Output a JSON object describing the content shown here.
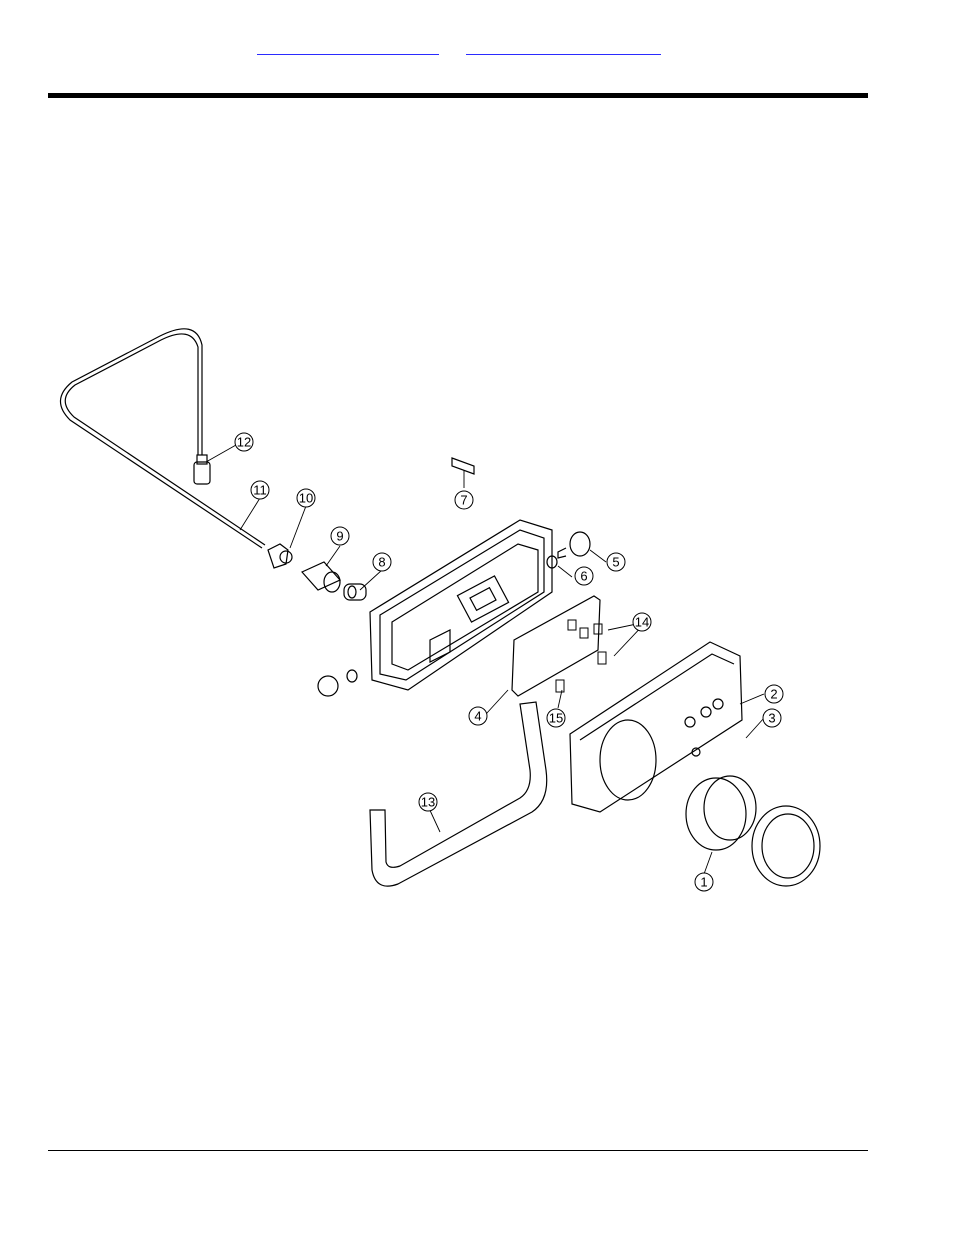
{
  "header": {
    "link_a": "",
    "link_b": ""
  },
  "callouts": [
    "1",
    "2",
    "3",
    "4",
    "5",
    "6",
    "7",
    "8",
    "9",
    "10",
    "11",
    "12",
    "13",
    "14",
    "15"
  ],
  "colors": {
    "ink": "#000000",
    "link": "#2b2bff",
    "paper": "#ffffff"
  }
}
